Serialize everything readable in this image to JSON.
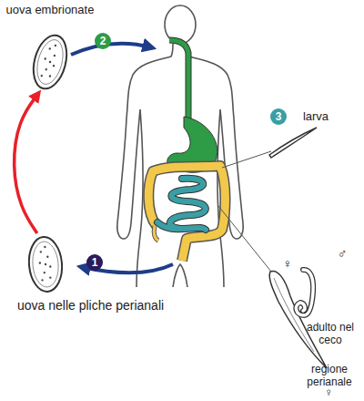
{
  "diagram": {
    "nodes": [
      {
        "text": [
          "uova embrionate"
        ]
      },
      {
        "text": [
          "2"
        ]
      },
      {
        "text": [
          "3"
        ]
      },
      {
        "text": [
          "uova nelle pliche perianali"
        ]
      },
      {
        "text": [
          "1"
        ]
      }
    ],
    "edges": [
      {
        "from": 3,
        "to": 0,
        "arrow": "to"
      }
    ],
    "labels": [
      "larva",
      "♀",
      "♂",
      "adulto nel ceco",
      "regione perianale",
      "♀"
    ]
  }
}
